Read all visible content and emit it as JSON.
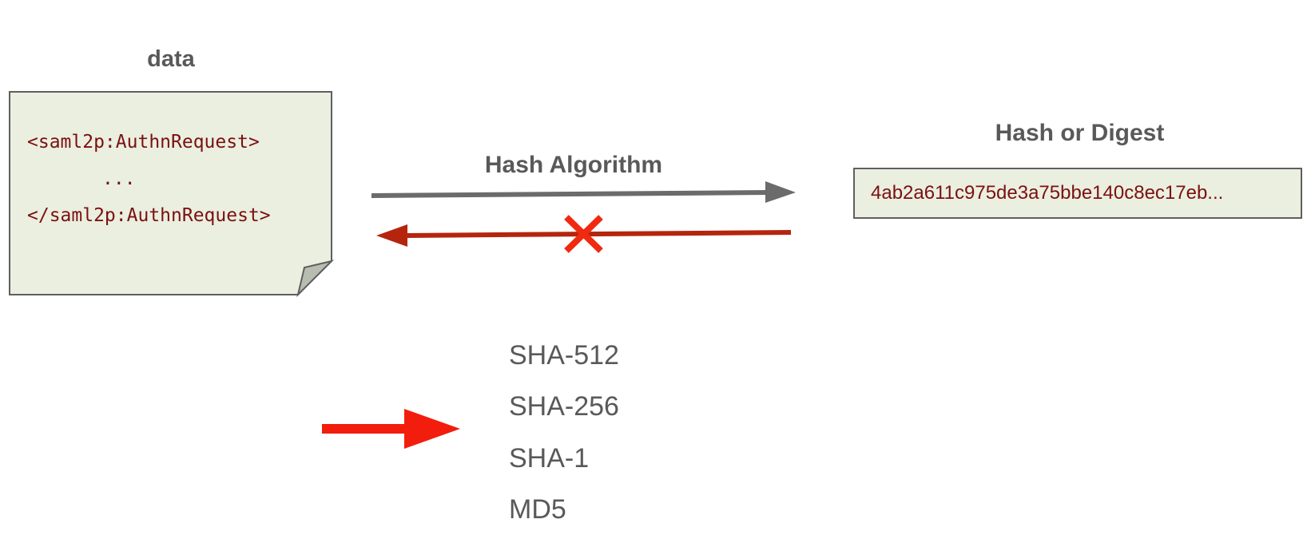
{
  "data_label": "data",
  "code_lines": [
    "<saml2p:AuthnRequest>",
    "...",
    "</saml2p:AuthnRequest>"
  ],
  "hash_algorithm_label": "Hash Algorithm",
  "hash_label": "Hash or Digest",
  "hash_value": "4ab2a611c975de3a75bbe140c8ec17eb...",
  "algorithms": [
    "SHA-512",
    "SHA-256",
    "SHA-1",
    "MD5"
  ],
  "colors": {
    "forward_arrow": "#6b6b6b",
    "reverse_arrow": "#b5250d",
    "cross": "#f02a10",
    "pointer_arrow": "#f21d0c",
    "doc_fill": "#eaefe0",
    "code_text": "#7b1010"
  }
}
